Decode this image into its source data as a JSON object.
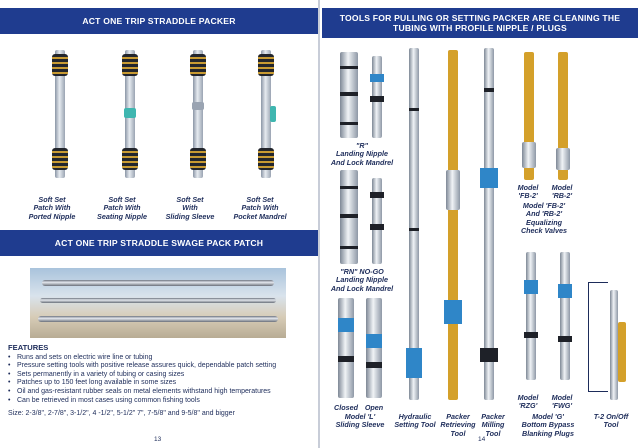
{
  "left_page": {
    "banner_top": "ACT ONE TRIP STRADDLE PACKER",
    "tools": [
      {
        "line1": "Soft Set",
        "line2": "Patch With",
        "line3": "Ported Nipple"
      },
      {
        "line1": "Soft Set",
        "line2": "Patch With",
        "line3": "Seating Nipple"
      },
      {
        "line1": "Soft Set",
        "line2": "With",
        "line3": "Sliding Sleeve"
      },
      {
        "line1": "Soft Set",
        "line2": "Patch With",
        "line3": "Pocket Mandrel"
      }
    ],
    "banner_middle": "ACT ONE TRIP STRADDLE SWAGE PACK PATCH",
    "features_title": "FEATURES",
    "features": [
      "Runs and sets on electric wire line or tubing",
      "Pressure setting tools with positive release assures quick, dependable patch setting",
      "Sets permanently in a variety of tubing or casing sizes",
      "Patches up to 150 feet long available in some sizes",
      "Oil and gas-resistant rubber seals on metal elements withstand high temperatures",
      "Can be retrieved in most cases using common fishing tools"
    ],
    "size_line": "Size: 2-3/8\", 2-7/8\", 3-1/2\", 4 -1/2\", 5-1/2\" 7\", 7-5/8\" and 9-5/8\" and bigger",
    "page_number": "13"
  },
  "right_page": {
    "banner": "TOOLS FOR PULLING OR SETTING PACKER ARE CLEANING THE TUBING WITH PROFILE NIPPLE / PLUGS",
    "label_r": {
      "line1": "\"R\"",
      "line2": "Landing Nipple",
      "line3": "And Lock Mandrel"
    },
    "label_rn": {
      "line1": "\"RN\" NO-GO",
      "line2": "Landing Nipple",
      "line3": "And Lock Mandrel"
    },
    "label_fb": {
      "a": "Model",
      "b": "Model",
      "c": "'FB-2'",
      "d": "'RB-2'",
      "line3": "Model 'FB-2'",
      "line4": "And 'RB-2'",
      "line5": "Equalizing",
      "line6": "Check Valves"
    },
    "label_rzg": {
      "a": "Model",
      "b": "Model",
      "c": "'RZG'",
      "d": "'FWG'"
    },
    "bottom": {
      "closed": "Closed",
      "open": "Open",
      "model_l": "Model 'L'",
      "sliding_sleeve": "Sliding Sleeve",
      "hydraulic": "Hydraulic",
      "setting_tool": "Setting Tool",
      "packer1": "Packer",
      "retrieving": "Retrieving",
      "tool1": "Tool",
      "packer2": "Packer",
      "milling": "Milling",
      "tool2": "Tool",
      "model_g": "Model 'G'",
      "bottom_plug": "Bottom",
      "bypass": "Bypass",
      "blanking": "Blanking Plugs",
      "t2": "T-2 On/Off",
      "tool3": "Tool"
    },
    "page_number": "14"
  }
}
